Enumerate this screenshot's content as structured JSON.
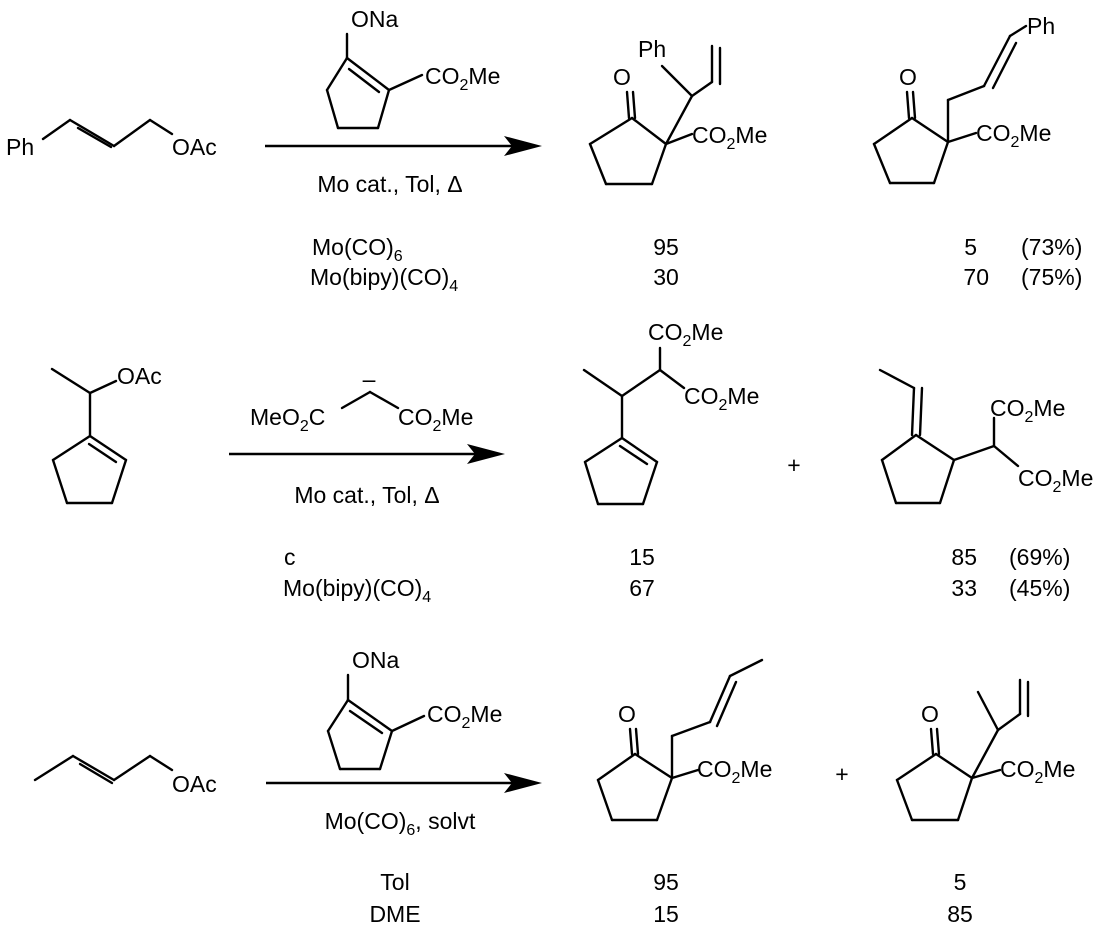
{
  "colors": {
    "ink": "#000000",
    "background": "#ffffff"
  },
  "labels": {
    "ph": "Ph",
    "oac": "OAc",
    "ona": "ONa",
    "o": "O",
    "co2me": [
      "CO",
      "2",
      "Me"
    ],
    "meo2c": [
      "MeO",
      "2",
      "C"
    ],
    "plus": "+",
    "minus": "–"
  },
  "reactions": [
    {
      "conditions": "Mo cat., Tol, Δ",
      "table": [
        {
          "catalyst": [
            "Mo(CO)",
            "6"
          ],
          "product_a": "95",
          "product_b": "5",
          "yield": "(73%)"
        },
        {
          "catalyst": [
            "Mo(bipy)(CO)",
            "4"
          ],
          "product_a": "30",
          "product_b": "70",
          "yield": "(75%)"
        }
      ]
    },
    {
      "conditions": "Mo cat., Tol, Δ",
      "table": [
        {
          "catalyst": [
            "c",
            ""
          ],
          "product_a": "15",
          "product_b": "85",
          "yield": "(69%)"
        },
        {
          "catalyst": [
            "Mo(bipy)(CO)",
            "4"
          ],
          "product_a": "67",
          "product_b": "33",
          "yield": "(45%)"
        }
      ]
    },
    {
      "conditions": [
        "Mo(CO)",
        "6",
        ", solvt"
      ],
      "table": [
        {
          "solvent": "Tol",
          "product_a": "95",
          "product_b": "5"
        },
        {
          "solvent": "DME",
          "product_a": "15",
          "product_b": "85"
        }
      ]
    }
  ]
}
